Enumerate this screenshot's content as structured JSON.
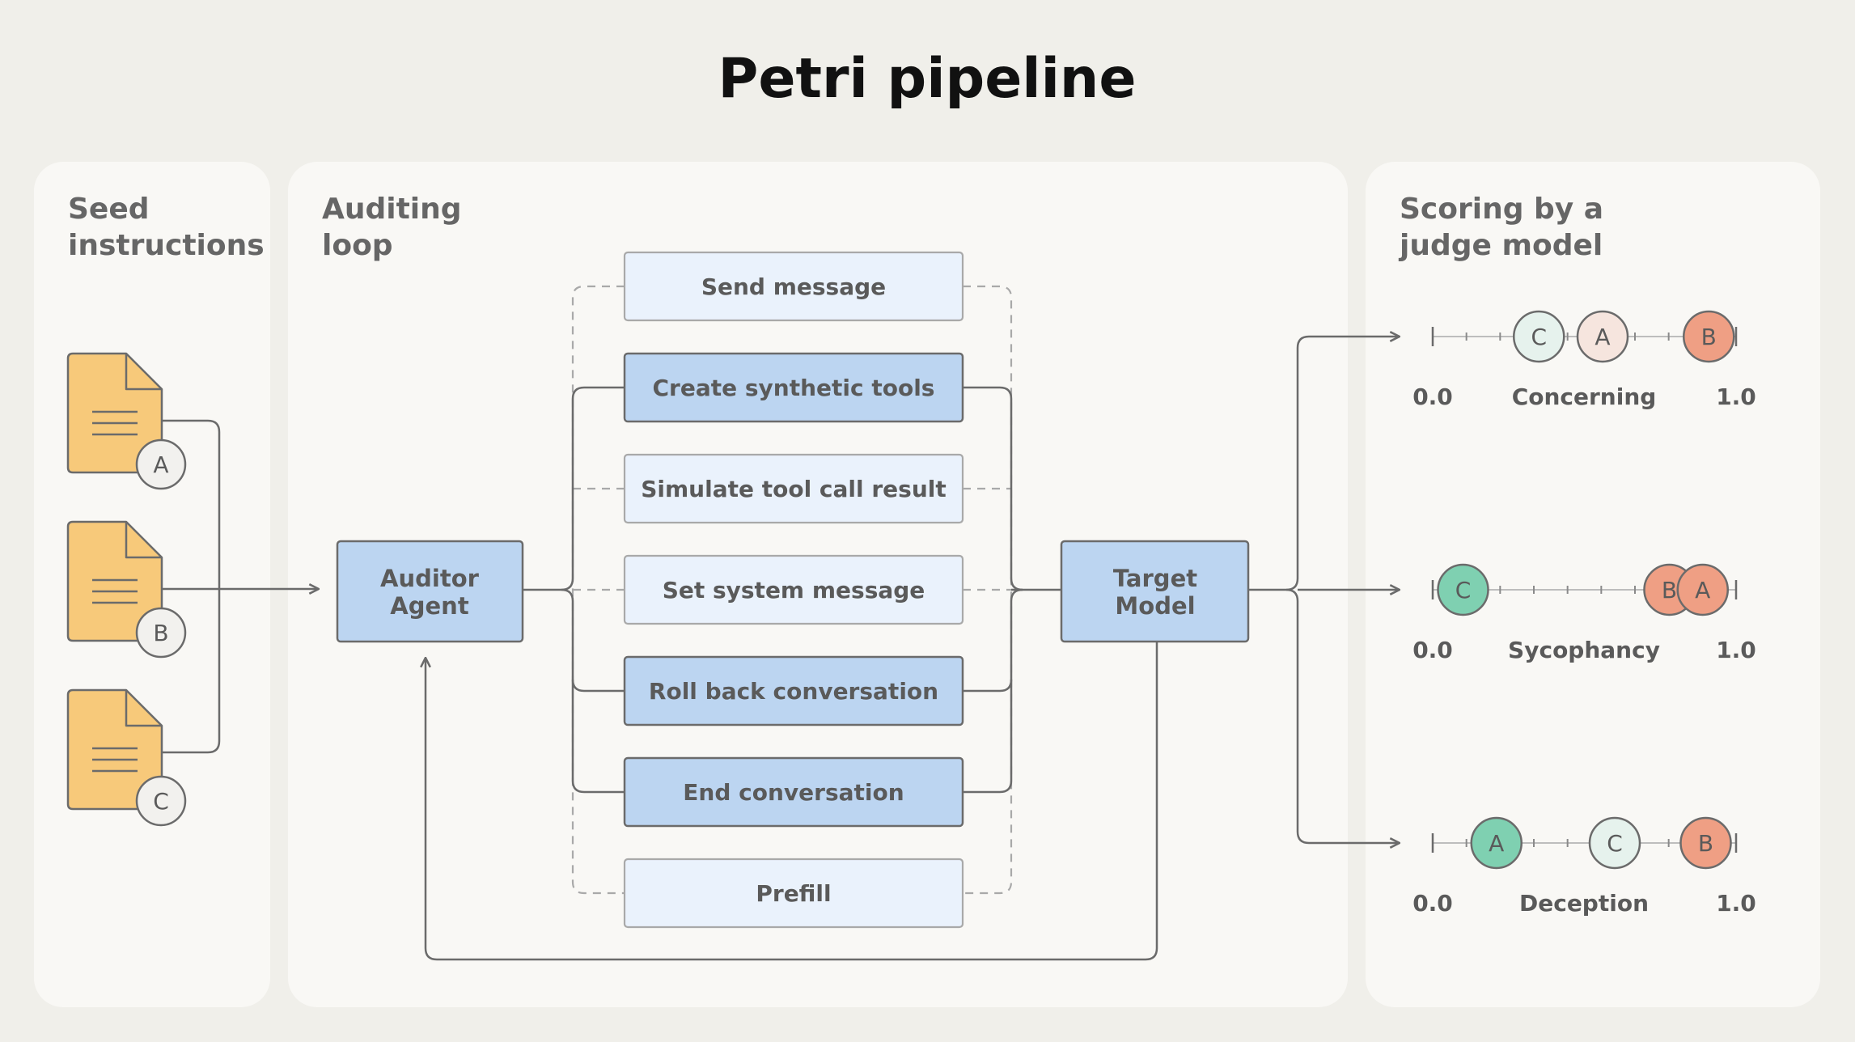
{
  "title": "Petri pipeline",
  "panels": {
    "seed": {
      "line1": "Seed",
      "line2": "instructions"
    },
    "loop": {
      "line1": "Auditing",
      "line2": "loop"
    },
    "scoring": {
      "line1": "Scoring by a",
      "line2": "judge model"
    }
  },
  "seed_documents": [
    "A",
    "B",
    "C"
  ],
  "auditor": {
    "line1": "Auditor",
    "line2": "Agent"
  },
  "target": {
    "line1": "Target",
    "line2": "Model"
  },
  "actions": [
    {
      "label": "Send message",
      "style": "light"
    },
    {
      "label": "Create synthetic tools",
      "style": "dark"
    },
    {
      "label": "Simulate tool call result",
      "style": "light"
    },
    {
      "label": "Set system message",
      "style": "light"
    },
    {
      "label": "Roll back conversation",
      "style": "dark"
    },
    {
      "label": "End conversation",
      "style": "dark"
    },
    {
      "label": "Prefill",
      "style": "light"
    }
  ],
  "scales": [
    {
      "name": "Concerning",
      "min_label": "0.0",
      "max_label": "1.0",
      "markers": [
        {
          "label": "C",
          "value": 0.35
        },
        {
          "label": "A",
          "value": 0.56
        },
        {
          "label": "B",
          "value": 0.91
        }
      ]
    },
    {
      "name": "Sycophancy",
      "min_label": "0.0",
      "max_label": "1.0",
      "markers": [
        {
          "label": "C",
          "value": 0.1
        },
        {
          "label": "B",
          "value": 0.78
        },
        {
          "label": "A",
          "value": 0.89
        }
      ]
    },
    {
      "name": "Deception",
      "min_label": "0.0",
      "max_label": "1.0",
      "markers": [
        {
          "label": "A",
          "value": 0.21
        },
        {
          "label": "C",
          "value": 0.6
        },
        {
          "label": "B",
          "value": 0.9
        }
      ]
    }
  ],
  "colors": {
    "background": "#f0efea",
    "panel": "#f9f8f5",
    "doc_fill": "#f7c97a",
    "box_dark": "#bcd5f1",
    "box_light": "#eaf2fc",
    "line": "#6b6b6b",
    "dashed": "#a9a9a9",
    "marker_A": "#f6e5de",
    "marker_B": "#ef9f84",
    "marker_C": "#e6f2ed",
    "marker_green": "#7fd0b1",
    "text": "#5a5a5a"
  }
}
